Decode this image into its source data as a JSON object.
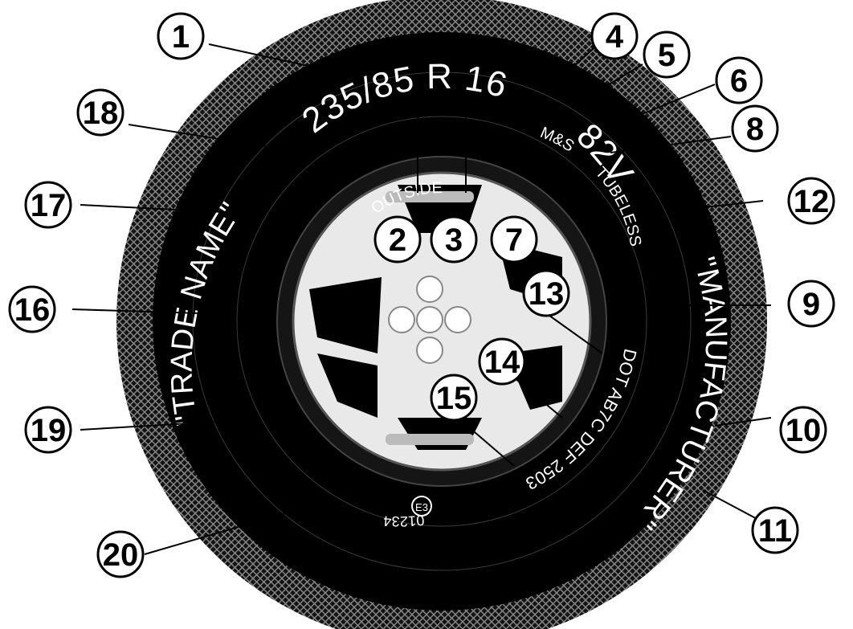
{
  "tyre_markings": {
    "size": "235/85 R 16",
    "service_description": "82V",
    "outside": "OUTSIDE",
    "ms": "M&S",
    "tubeless": "TUBELESS",
    "trade_name": "\"TRADE NAME\"",
    "manufacturer": "\"MANUFACTURER\"",
    "dot_code": "DOT AB7C DEF 2503",
    "approval_number": "01234",
    "approval_mark": "E3"
  },
  "callouts": [
    "1",
    "2",
    "3",
    "4",
    "5",
    "6",
    "7",
    "8",
    "9",
    "10",
    "11",
    "12",
    "13",
    "14",
    "15",
    "16",
    "17",
    "18",
    "19",
    "20"
  ]
}
